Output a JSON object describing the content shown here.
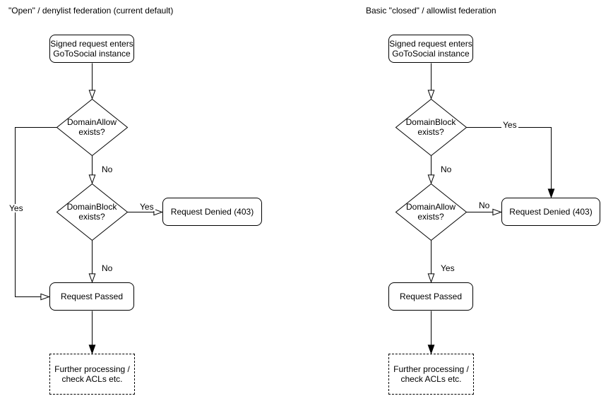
{
  "colors": {
    "stroke": "#000000",
    "node_fill": "#ffffff",
    "text": "#000000",
    "background": "#ffffff"
  },
  "left": {
    "title": "\"Open\" / denylist federation (current default)",
    "start": "Signed request enters\nGoToSocial instance",
    "decision1": "DomainAllow\nexists?",
    "decision1_no_label": "No",
    "decision1_yes_label": "Yes",
    "decision2": "DomainBlock\nexists?",
    "decision2_yes_label": "Yes",
    "decision2_no_label": "No",
    "denied": "Request Denied (403)",
    "passed": "Request Passed",
    "further": "Further processing /\ncheck ACLs etc."
  },
  "right": {
    "title": "Basic \"closed\" / allowlist federation",
    "start": "Signed request enters\nGoToSocial instance",
    "decision1": "DomainBlock\nexists?",
    "decision1_yes_label": "Yes",
    "decision1_no_label": "No",
    "decision2": "DomainAllow\nexists?",
    "decision2_no_label": "No",
    "decision2_yes_label": "Yes",
    "denied": "Request Denied (403)",
    "passed": "Request Passed",
    "further": "Further processing /\ncheck ACLs etc."
  }
}
